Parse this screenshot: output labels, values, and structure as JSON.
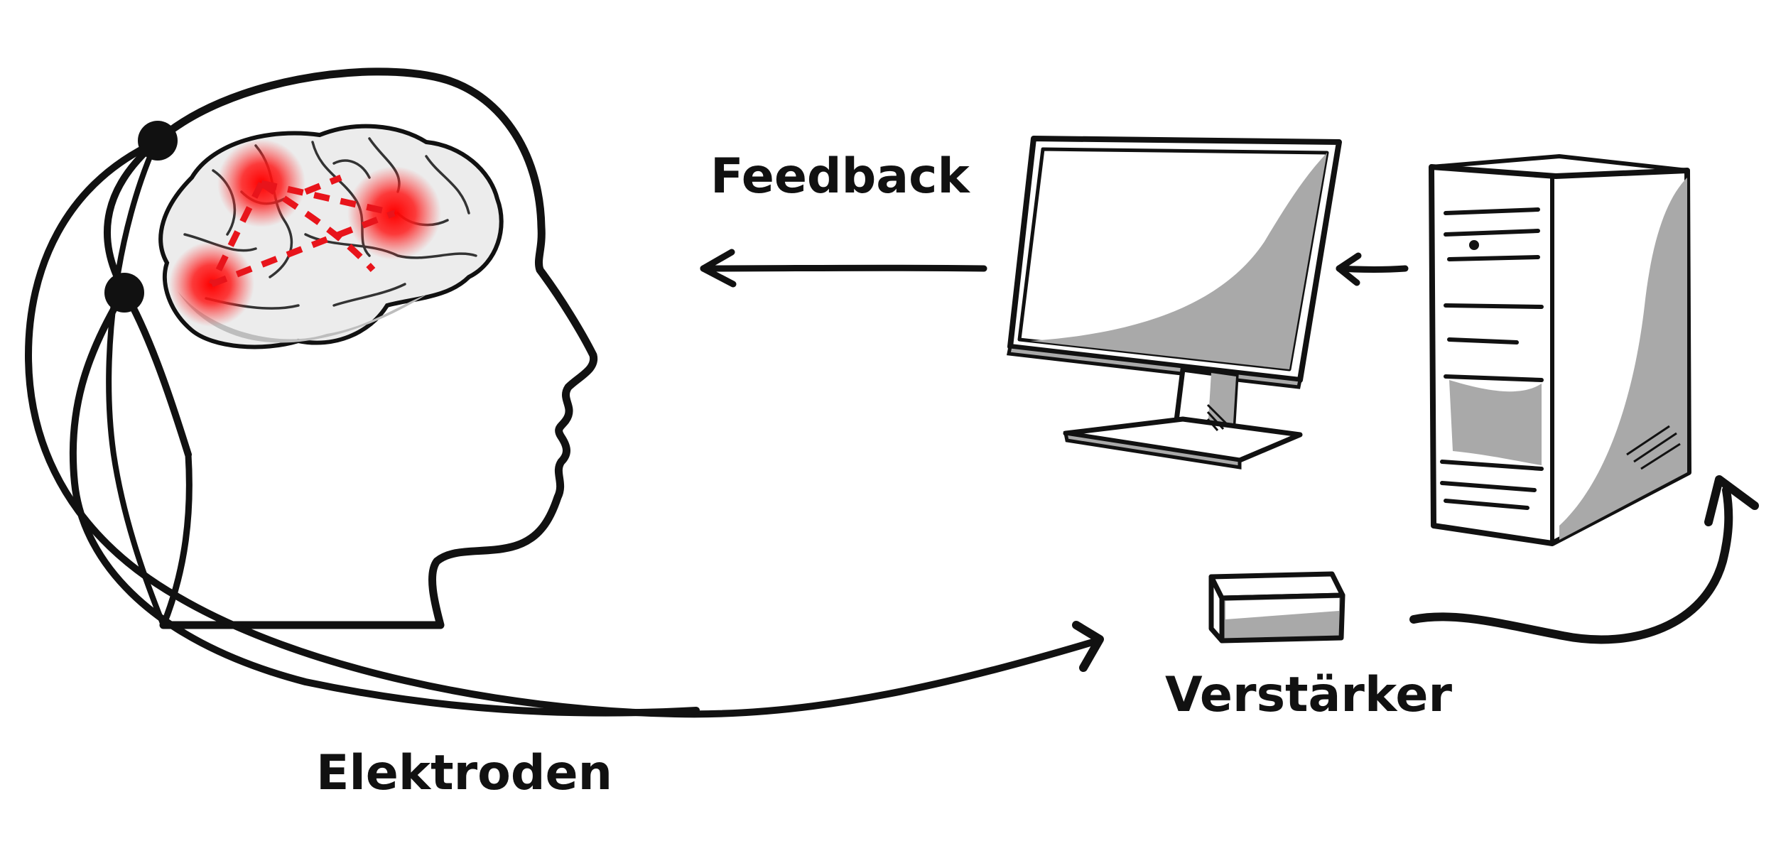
{
  "labels": {
    "feedback": "Feedback",
    "amplifier": "Verstärker",
    "electrodes": "Elektroden"
  },
  "icons": {
    "head": "head-profile-icon",
    "brain": "brain-icon",
    "monitor": "monitor-icon",
    "computer_tower": "computer-tower-icon",
    "amplifier_box": "amplifier-box-icon"
  },
  "colors": {
    "ink": "#111111",
    "activity": "#e8141b",
    "shade": "#a9a9a9",
    "brain_fill": "#ececec"
  }
}
